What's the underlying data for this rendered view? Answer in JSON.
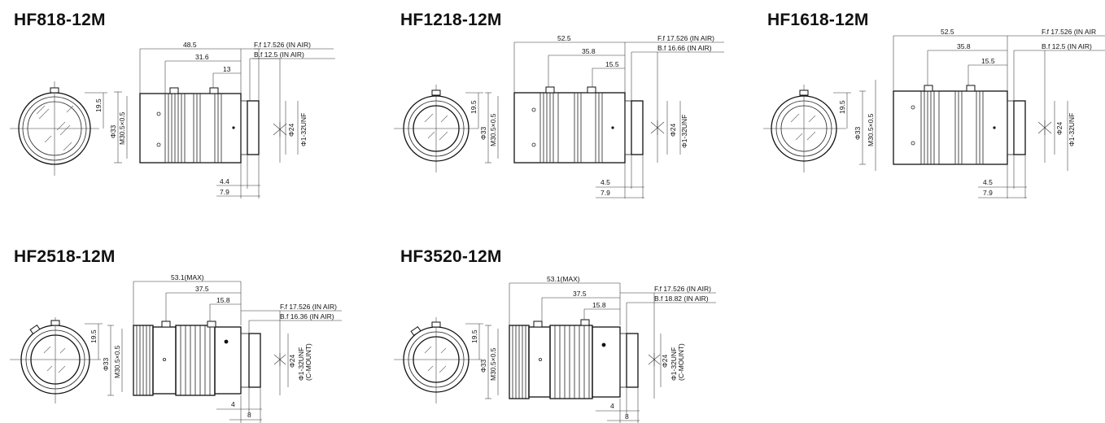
{
  "lenses": [
    {
      "id": "hf818",
      "model": "HF818-12M",
      "dims": {
        "overall": "48.5",
        "mid": "31.6",
        "ring": "13",
        "flange_focal": "F.f 17.526 (IN AIR)",
        "back_focal": "B.f 12.5  (IN AIR)",
        "bolt": "19.5",
        "outer_dia": "Φ33",
        "filter_thread": "M30.5×0.5",
        "mount_dia": "Φ24",
        "mount_thread": "Φ1-32UNF",
        "offset_a": "4.4",
        "offset_b": "7.9"
      }
    },
    {
      "id": "hf1218",
      "model": "HF1218-12M",
      "dims": {
        "overall": "52.5",
        "mid": "35.8",
        "ring": "15.5",
        "flange_focal": "F.f 17.526 (IN AIR)",
        "back_focal": "B.f 16.66  (IN AIR)",
        "bolt": "19.5",
        "outer_dia": "Φ33",
        "filter_thread": "M30.5×0.5",
        "mount_dia": "Φ24",
        "mount_thread": "Φ1-32UNF",
        "offset_a": "4.5",
        "offset_b": "7.9"
      }
    },
    {
      "id": "hf1618",
      "model": "HF1618-12M",
      "dims": {
        "overall": "52.5",
        "mid": "35.8",
        "ring": "15.5",
        "flange_focal": "F.f 17.526 (IN AIR",
        "back_focal": "B.f 12.5  (IN AIR)",
        "bolt": "19.5",
        "outer_dia": "Φ33",
        "filter_thread": "M30.5×0.5",
        "mount_dia": "Φ24",
        "mount_thread": "Φ1-32UNF",
        "offset_a": "4.5",
        "offset_b": "7.9"
      }
    },
    {
      "id": "hf2518",
      "model": "HF2518-12M",
      "dims": {
        "overall": "53.1(MAX)",
        "mid": "37.5",
        "ring": "15.8",
        "flange_focal": "F.f 17.526 (IN AIR)",
        "back_focal": "B.f 16.36  (IN AIR)",
        "bolt": "19.5",
        "outer_dia": "Φ33",
        "filter_thread": "M30.5×0.5",
        "mount_dia": "Φ24",
        "mount_thread": "Φ1-32UNF",
        "mount_note": "(C-MOUNT)",
        "offset_a": "4",
        "offset_b": "8"
      }
    },
    {
      "id": "hf3520",
      "model": "HF3520-12M",
      "dims": {
        "overall": "53.1(MAX)",
        "mid": "37.5",
        "ring": "15.8",
        "flange_focal": "F.f 17.526 (IN AIR)",
        "back_focal": "B.f 18.82  (IN AIR)",
        "bolt": "19.5",
        "outer_dia": "Φ33",
        "filter_thread": "M30.5×0.5",
        "mount_dia": "Φ24",
        "mount_thread": "Φ1-32UNF",
        "mount_note": "(C-MOUNT)",
        "offset_a": "4",
        "offset_b": "8"
      }
    }
  ]
}
